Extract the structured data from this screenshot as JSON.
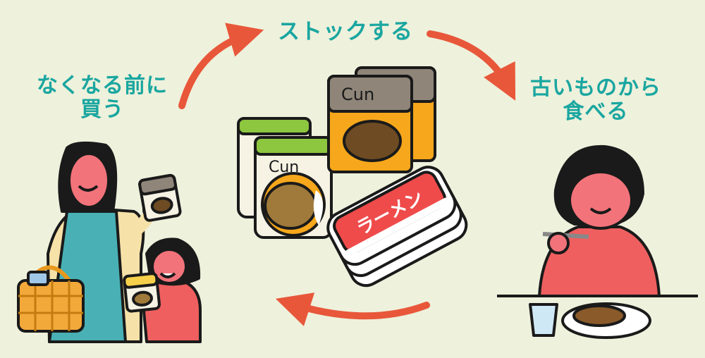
{
  "labels": {
    "stock": "ストックする",
    "buy_line1": "なくなる前に",
    "buy_line2": "買う",
    "eat_line1": "古いものから",
    "eat_line2": "食べる"
  },
  "package_text": {
    "pouch_script": "Cun",
    "box_script": "Cun",
    "lid_text": "ラーメン"
  },
  "colors": {
    "background": "#eef1dc",
    "accent_teal": "#1aa6a0",
    "arrow_orange": "#e8573a",
    "skin_pink": "#f3737a",
    "shirt_red": "#ef5f5f",
    "dress_teal": "#49b1b5",
    "outline": "#1a1a1a"
  },
  "icons": [
    "cycle-arrow-icon",
    "curry-pouch-icon",
    "retort-box-icon",
    "noodle-cup-icon",
    "shopping-basket-icon",
    "water-glass-icon",
    "curry-plate-icon"
  ]
}
